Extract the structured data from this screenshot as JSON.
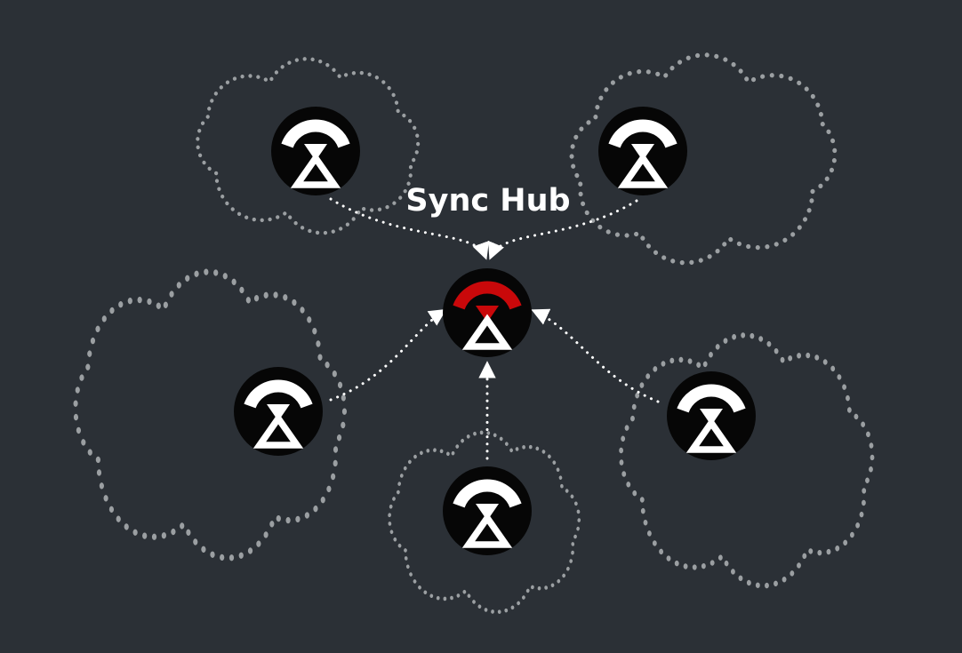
{
  "title": "Sync Hub",
  "colors": {
    "background": "#2b3036",
    "node_fill": "#060606",
    "accent_red": "#c9080a",
    "icon_white": "#ffffff",
    "cloud_outline": "#9b9fa2",
    "arrow": "#ffffff"
  },
  "diagram": {
    "hub": {
      "id": "sync-hub",
      "label": "Sync Hub",
      "icon": "broadcast-triangle-icon",
      "accent": "#c9080a"
    },
    "satellites": [
      {
        "id": "satellite-top-left",
        "icon": "broadcast-triangle-icon",
        "cloud": true
      },
      {
        "id": "satellite-top-right",
        "icon": "broadcast-triangle-icon",
        "cloud": true
      },
      {
        "id": "satellite-mid-left",
        "icon": "broadcast-triangle-icon",
        "cloud": true
      },
      {
        "id": "satellite-mid-right",
        "icon": "broadcast-triangle-icon",
        "cloud": true
      },
      {
        "id": "satellite-bottom",
        "icon": "broadcast-triangle-icon",
        "cloud": true
      }
    ],
    "edges": [
      {
        "from": "satellite-top-left",
        "to": "sync-hub",
        "style": "dotted-arrow"
      },
      {
        "from": "satellite-top-right",
        "to": "sync-hub",
        "style": "dotted-arrow"
      },
      {
        "from": "satellite-mid-left",
        "to": "sync-hub",
        "style": "dotted-arrow"
      },
      {
        "from": "satellite-mid-right",
        "to": "sync-hub",
        "style": "dotted-arrow"
      },
      {
        "from": "satellite-bottom",
        "to": "sync-hub",
        "style": "dotted-arrow"
      }
    ]
  }
}
